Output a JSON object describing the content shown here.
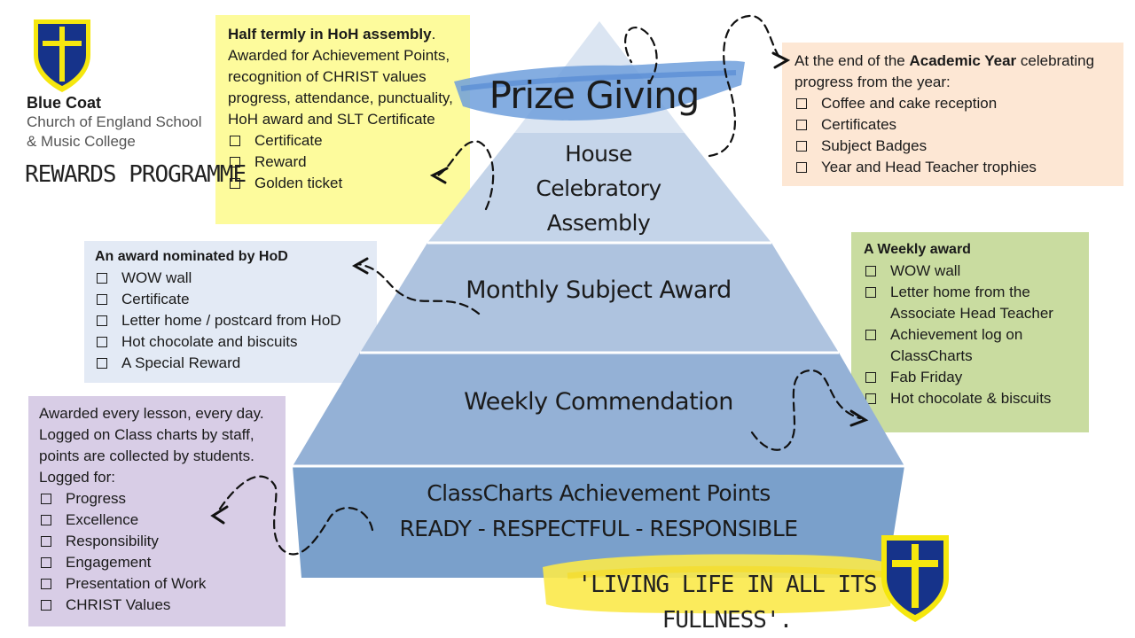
{
  "school": {
    "name": "Blue Coat",
    "subtitle_lines": [
      "Church of England School",
      "& Music College"
    ],
    "programme": "REWARDS PROGRAMME"
  },
  "colors": {
    "yellow_box": "#fdfb9c",
    "orange_box": "#fde7d4",
    "blue_box": "#e3eaf5",
    "green_box": "#c9dca0",
    "purple_box": "#d8cde6",
    "tier_top": "#c4d4e9",
    "tier_2": "#aec3df",
    "tier_3": "#94b1d6",
    "tier_4": "#7aa0cb",
    "shield_blue": "#16338a",
    "shield_yellow": "#f5e70e",
    "brush_blue": "#6f9fdc",
    "brush_yellow": "#fbe94a"
  },
  "pyramid": {
    "tiers": [
      {
        "label_lines": [
          "Prize Giving"
        ]
      },
      {
        "label_lines": [
          "House",
          "Celebratory",
          "Assembly"
        ]
      },
      {
        "label_lines": [
          "Monthly Subject Award"
        ]
      },
      {
        "label_lines": [
          "Weekly Commendation"
        ]
      },
      {
        "label_lines": [
          "ClassCharts Achievement Points",
          "READY - RESPECTFUL - RESPONSIBLE"
        ]
      }
    ]
  },
  "boxes": {
    "house": {
      "heading": "Half termly in HoH assembly",
      "heading_suffix": ".",
      "body": "Awarded for Achievement Points, recognition of CHRIST values progress, attendance, punctuality, HoH  award and SLT Certificate",
      "items": [
        "Certificate",
        "Reward",
        "Golden ticket"
      ]
    },
    "prize": {
      "intro": "At the end of the ",
      "intro_bold": "Academic Year",
      "intro_end": " celebrating progress from the year:",
      "items": [
        "Coffee and cake reception",
        "Certificates",
        "Subject Badges",
        "Year and Head Teacher trophies"
      ]
    },
    "monthly": {
      "heading": "An award nominated by HoD",
      "items": [
        "WOW wall",
        "Certificate",
        "Letter home / postcard from HoD",
        "Hot chocolate and biscuits",
        "A Special Reward"
      ]
    },
    "weekly": {
      "heading": "A Weekly award",
      "items": [
        "WOW wall",
        "Letter home from the Associate Head Teacher",
        "Achievement log on ClassCharts",
        "Fab Friday",
        "Hot chocolate & biscuits"
      ]
    },
    "points": {
      "body_lines": [
        "Awarded every lesson, every day.",
        "Logged on Class charts by staff,",
        "points are collected by students.",
        "Logged for:"
      ],
      "items": [
        "Progress",
        "Excellence",
        "Responsibility",
        "Engagement",
        "Presentation of Work",
        "CHRIST Values"
      ]
    }
  },
  "motto": "'LIVING LIFE IN ALL ITS FULLNESS'."
}
